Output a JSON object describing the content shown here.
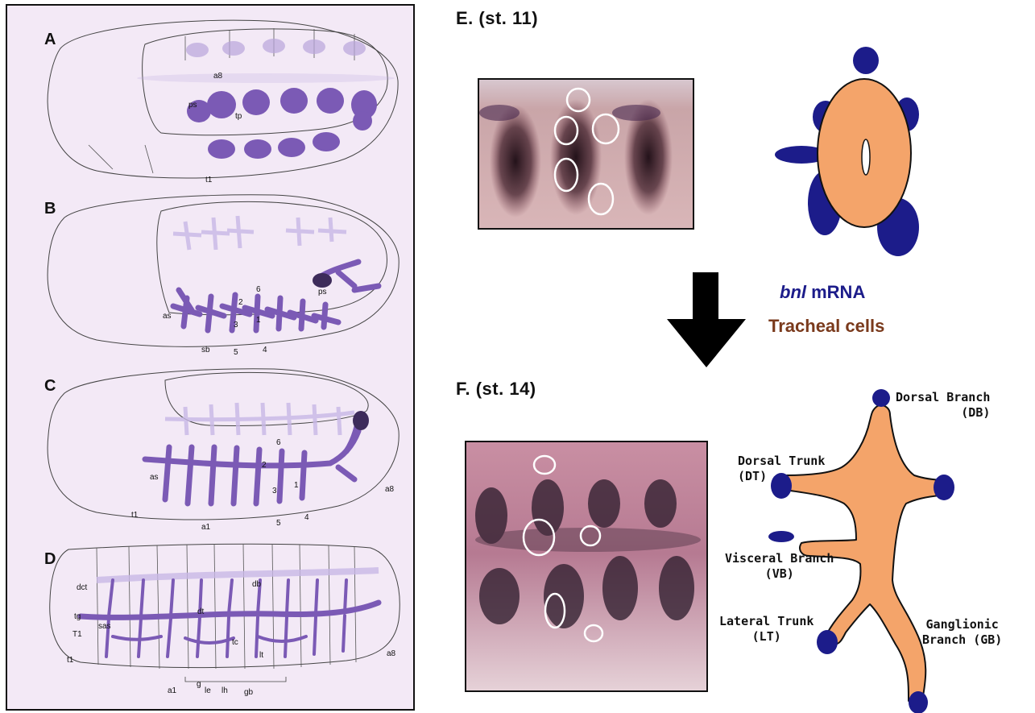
{
  "left_panel": {
    "panels": [
      {
        "letter": "A",
        "labels": {
          "a8": "a8",
          "ps": "ps",
          "tp": "tp",
          "t1": "t1"
        }
      },
      {
        "letter": "B",
        "labels": {
          "ps": "ps",
          "n6": "6",
          "n2": "2",
          "as": "as",
          "n3": "3",
          "n1": "1",
          "sb": "sb",
          "n5": "5",
          "n4": "4"
        }
      },
      {
        "letter": "C",
        "labels": {
          "n6": "6",
          "n2": "2",
          "as": "as",
          "n3": "3",
          "n1": "1",
          "t1": "t1",
          "a1": "a1",
          "n5": "5",
          "n4": "4",
          "a8": "a8"
        }
      },
      {
        "letter": "D",
        "labels": {
          "dct": "dct",
          "tg": "tg",
          "T1": "T1",
          "sas": "sas",
          "t1": "t1",
          "dt": "dt",
          "db": "db",
          "tc": "tc",
          "lt": "lt",
          "a1": "a1",
          "g": "g",
          "le": "le",
          "lh": "lh",
          "gb": "gb",
          "a8": "a8"
        }
      }
    ]
  },
  "right_panel": {
    "stage_e": "E. (st. 11)",
    "stage_f": "F. (st. 14)",
    "legend": {
      "bnl_italic": "bnl",
      "bnl_rest": " mRNA",
      "tracheal": "Tracheal cells"
    },
    "branches": {
      "db": [
        "Dorsal Branch",
        "(DB)"
      ],
      "dt": [
        "Dorsal Trunk",
        "(DT)"
      ],
      "vb": [
        "Visceral Branch",
        "(VB)"
      ],
      "lt": [
        "Lateral Trunk",
        "(LT)"
      ],
      "gb": [
        "Ganglionic",
        "Branch (GB)"
      ]
    }
  },
  "colors": {
    "bnl_blue": "#1c1c8a",
    "tracheal_orange": "#f4a46a",
    "embryo_purple": "#7b5ab5",
    "panel_bg": "#f3e9f6"
  }
}
